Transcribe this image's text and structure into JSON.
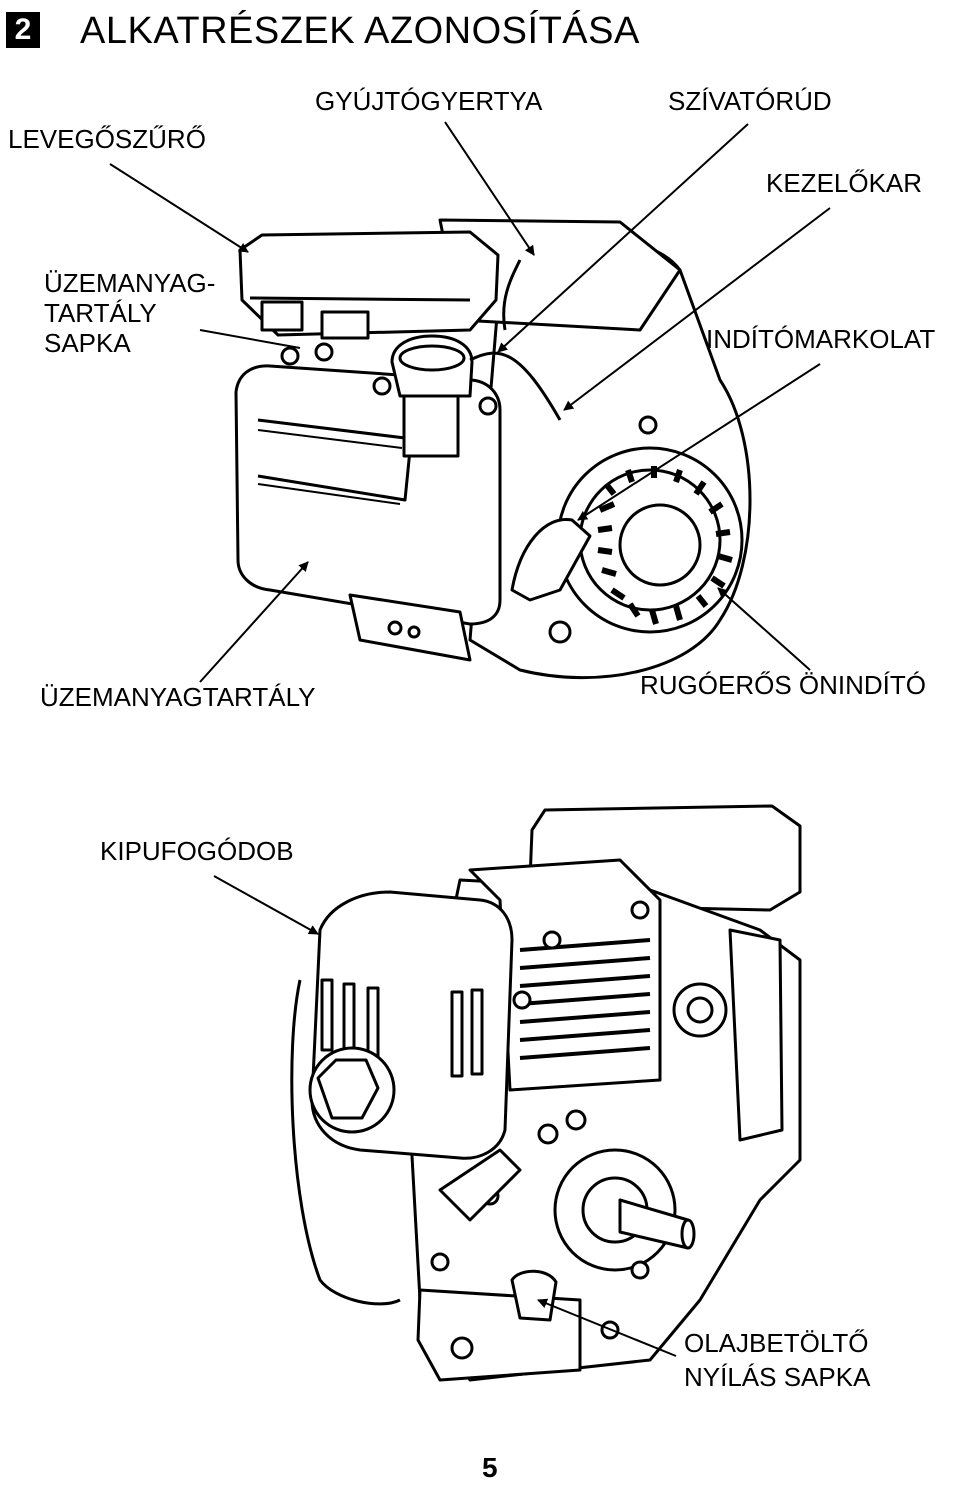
{
  "section": {
    "number": "2",
    "title": "ALKATRÉSZEK AZONOSÍTÁSA"
  },
  "labels": {
    "air_cleaner": "LEVEGŐSZŰRŐ",
    "spark_plug": "GYÚJTÓGYERTYA",
    "choke_rod": "SZÍVATÓRÚD",
    "control_lever": "KEZELŐKAR",
    "fuel_cap_line1": "ÜZEMANYAG-",
    "fuel_cap_line2": "TARTÁLY",
    "fuel_cap_line3": "SAPKA",
    "starter_grip": "INDÍTÓMARKOLAT",
    "fuel_tank": "ÜZEMANYAGTARTÁLY",
    "recoil_starter": "RUGÓERŐS ÖNINDÍTÓ",
    "muffler": "KIPUFOGÓDOB",
    "oil_cap_line1": "OLAJBETÖLTŐ",
    "oil_cap_line2": "NYÍLÁS SAPKA"
  },
  "page_number": "5"
}
